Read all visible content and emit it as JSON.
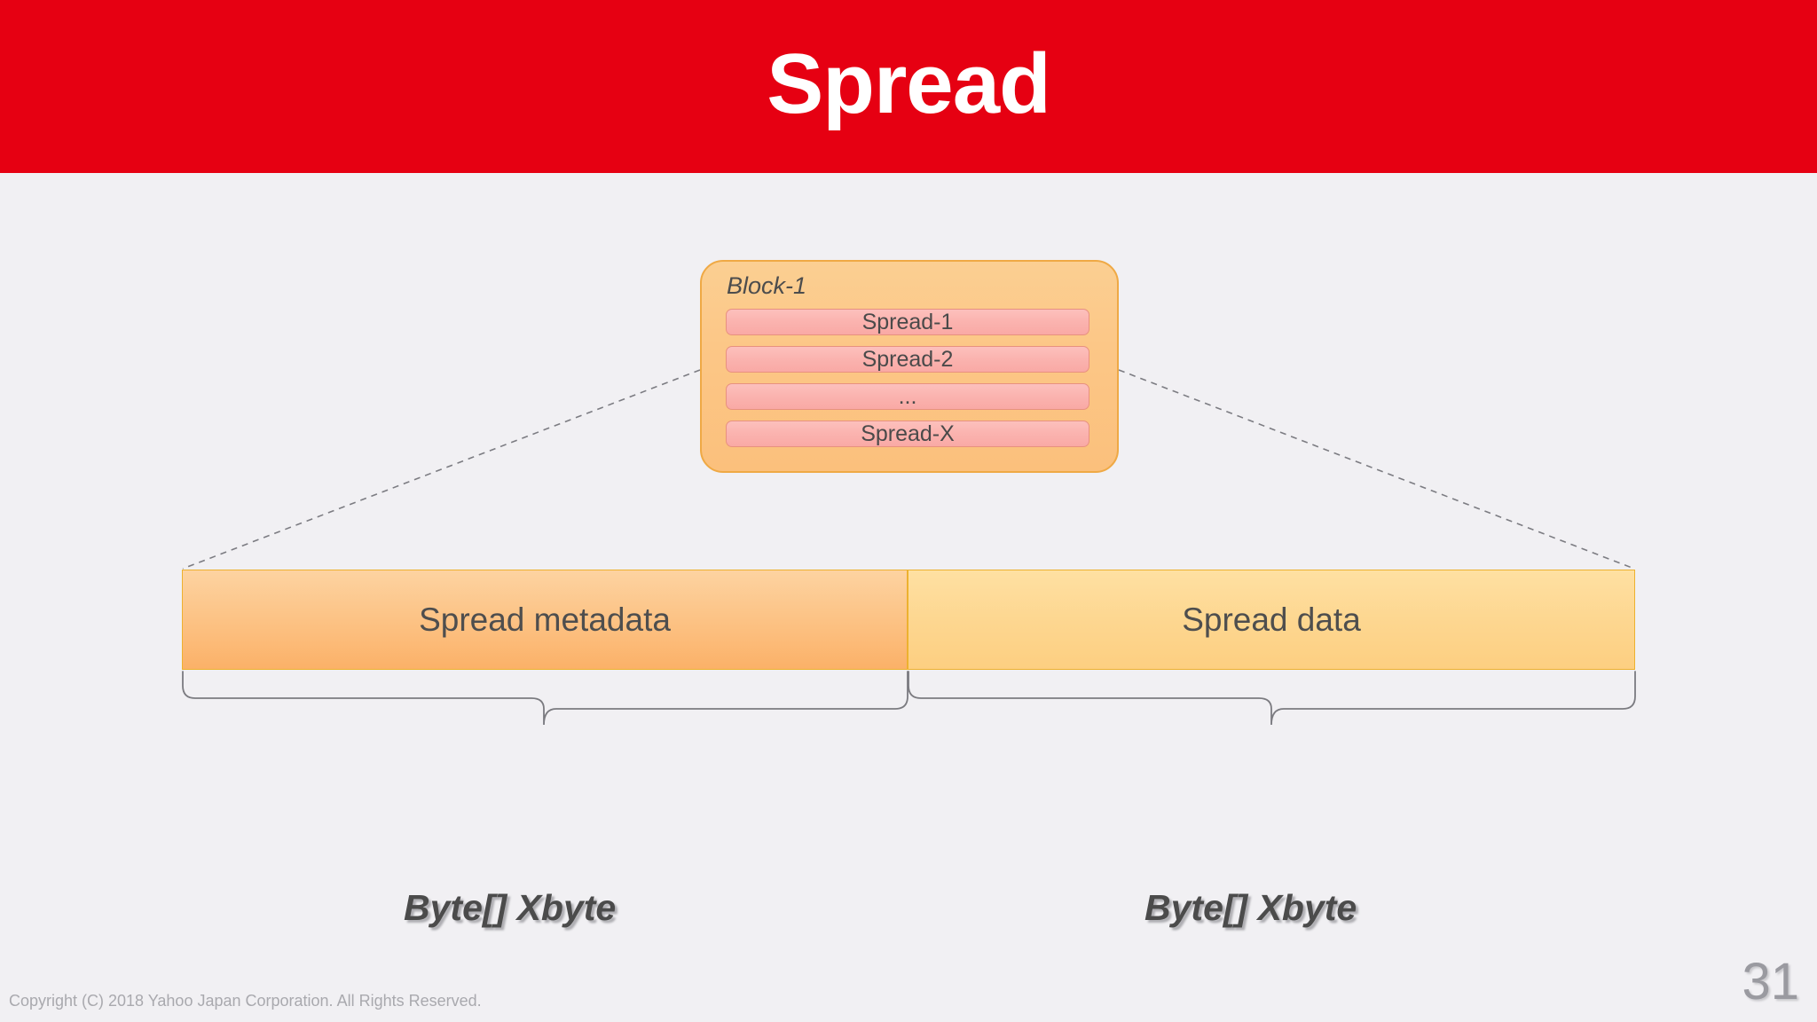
{
  "slide": {
    "title": "Spread",
    "banner_color": "#e60012",
    "background_color": "#f1f0f3",
    "page_number": "31",
    "copyright": "Copyright (C) 2018 Yahoo Japan Corporation. All Rights Reserved."
  },
  "block": {
    "label": "Block-1",
    "fill_color": "#fcc787",
    "border_color": "#efa945",
    "rows": [
      {
        "label": "Spread-1"
      },
      {
        "label": "Spread-2"
      },
      {
        "label": "..."
      },
      {
        "label": "Spread-X"
      }
    ]
  },
  "segments": [
    {
      "label": "Spread metadata",
      "fill_color": "#fcc182",
      "brace_label": "Byte[] Xbyte"
    },
    {
      "label": "Spread data",
      "fill_color": "#fdd68f",
      "brace_label": "Byte[] Xbyte"
    }
  ]
}
